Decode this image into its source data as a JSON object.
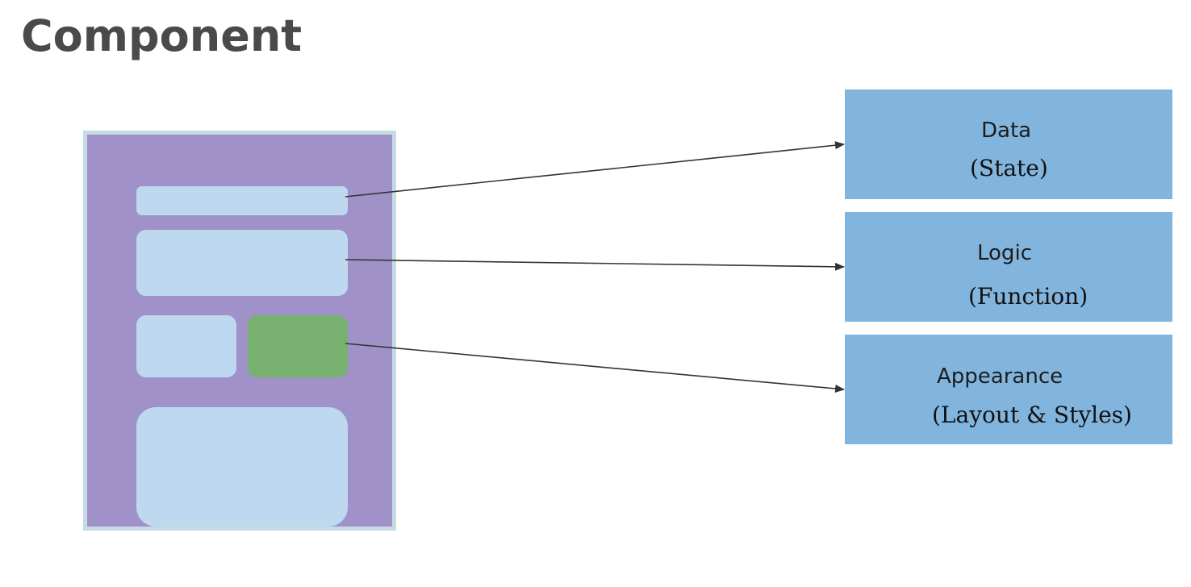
{
  "title": "Component",
  "targets": {
    "data": {
      "title": "Data",
      "subtitle": "(State)"
    },
    "logic": {
      "title": "Logic",
      "subtitle": "(Function)"
    },
    "appearance": {
      "title": "Appearance",
      "subtitle": "(Layout & Styles)"
    }
  },
  "colors": {
    "component_bg": "#a092c8",
    "component_border": "#c5dae3",
    "block": "#bed9ef",
    "highlight_block": "#78b16f",
    "target_box": "#82b5de",
    "arrow": "#333333",
    "title_text": "#4a4a4a"
  }
}
